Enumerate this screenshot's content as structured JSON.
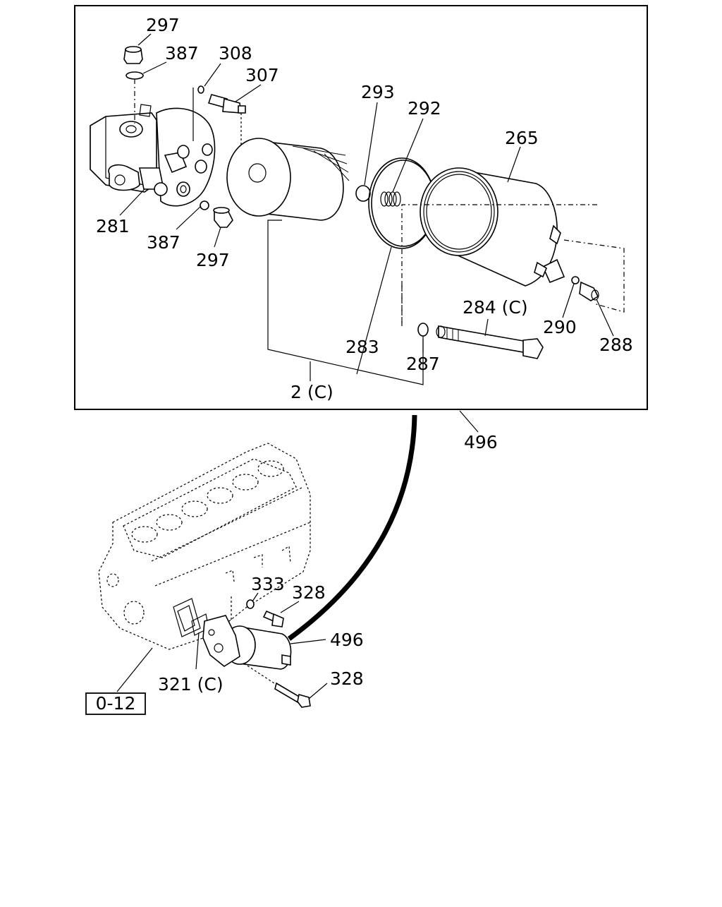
{
  "callouts": {
    "c297_top": "297",
    "c387_top": "387",
    "c308": "308",
    "c307": "307",
    "c293": "293",
    "c292": "292",
    "c265": "265",
    "c281": "281",
    "c387_bot": "387",
    "c297_bot": "297",
    "c284": "284 (C)",
    "c290": "290",
    "c288": "288",
    "c283": "283",
    "c287": "287",
    "c2": "2 (C)",
    "c496_top": "496",
    "c333": "333",
    "c328_top": "328",
    "c496_bot": "496",
    "c321": "321 (C)",
    "c328_bot": "328",
    "ref_box": "0-12"
  },
  "icons": {
    "filter_head": "fuel-filter-head-icon",
    "element": "filter-element-icon",
    "bowl": "filter-bowl-icon",
    "engine": "engine-block-icon"
  }
}
